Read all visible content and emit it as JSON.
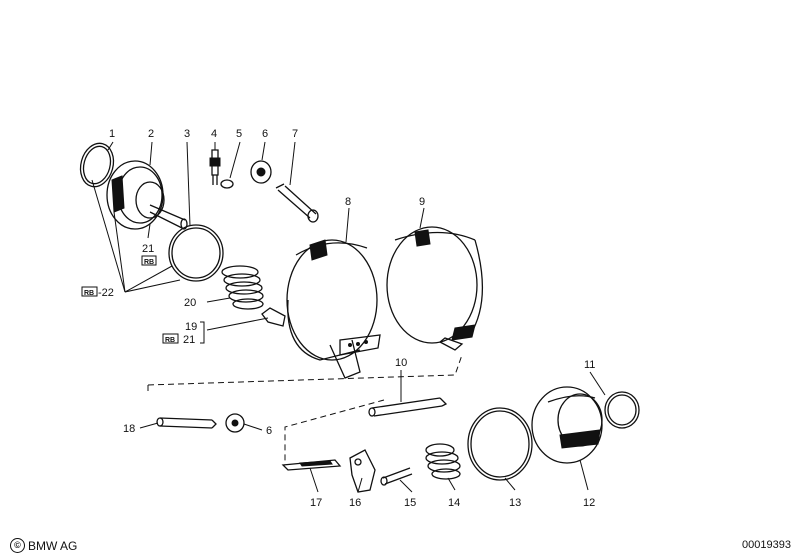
{
  "labels": {
    "p1": "1",
    "p2": "2",
    "p3": "3",
    "p4": "4",
    "p5": "5",
    "p6": "6",
    "p7": "7",
    "p8": "8",
    "p9": "9",
    "p10": "10",
    "p11": "11",
    "p12": "12",
    "p13": "13",
    "p14": "14",
    "p15": "15",
    "p16": "16",
    "p17": "17",
    "p18": "18",
    "p6b": "6",
    "p19": "19",
    "p20": "20",
    "p21a": "21",
    "p21b": "21",
    "ref22": "-22"
  },
  "footer": {
    "copyright_symbol": "©",
    "brand": "BMW AG",
    "doc_number": "00019393"
  }
}
